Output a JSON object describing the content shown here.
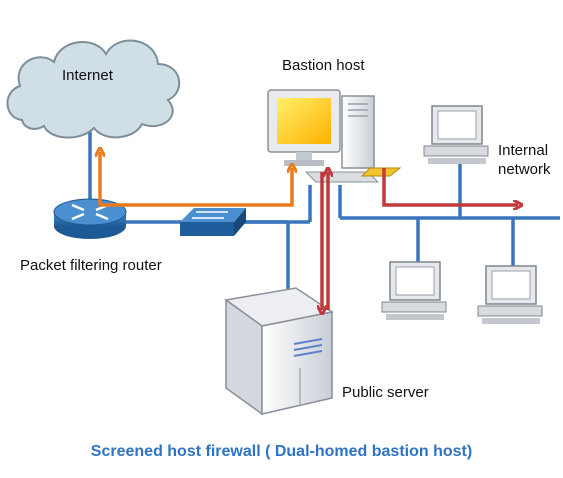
{
  "labels": {
    "internet": "Internet",
    "bastion": "Bastion host",
    "internal_line1": "Internal",
    "internal_line2": "network",
    "router": "Packet filtering router",
    "public_server": "Public server"
  },
  "caption": "Screened host firewall ( Dual-homed bastion host)",
  "colors": {
    "link": "#3a76c0",
    "outbound_arrow": "#ec7a1c",
    "internal_arrow": "#c0393c",
    "caption": "#2f73c4",
    "cloud_fill": "#cfdfe5",
    "cloud_stroke": "#7d8e99",
    "router": "#2f6fae",
    "switch": "#2f6fae",
    "screen": "#ffc21a"
  },
  "icons": [
    "cloud-icon",
    "router-icon",
    "switch-icon",
    "bastion-computer-icon",
    "workstation-icon",
    "server-icon"
  ]
}
